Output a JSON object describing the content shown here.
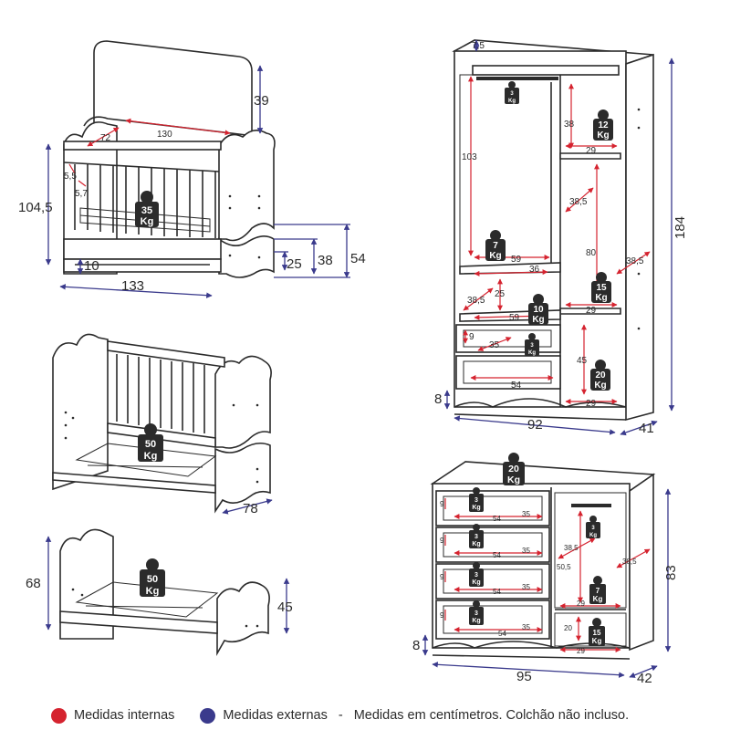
{
  "colors": {
    "internal": "#d5232f",
    "external": "#3a3a8c",
    "line": "#2b2b2b"
  },
  "weight_unit": "Kg",
  "crib": {
    "ext": {
      "height": "104,5",
      "width": "133",
      "canopy": "39",
      "base": "10",
      "drawer_h": "25",
      "h38": "38",
      "h54": "54"
    },
    "int": {
      "length": "130",
      "width": "72",
      "r1": "5,5",
      "r2": "5,7"
    },
    "weight": "35"
  },
  "minibed": {
    "ext": {
      "depth": "78"
    },
    "weight": "50"
  },
  "bed": {
    "ext": {
      "h68": "68",
      "h45": "45"
    },
    "weight": "50"
  },
  "wardrobe": {
    "ext": {
      "top": "7,5",
      "height": "184",
      "width": "92",
      "depth": "41",
      "base": "8"
    },
    "int": {
      "a103": "103",
      "a38": "38",
      "a29": "29",
      "a385": "38,5",
      "a80": "80",
      "a59": "59",
      "a36": "36",
      "a25": "25",
      "a9": "9",
      "a35": "35",
      "a54": "54",
      "a45": "45",
      "a385b": "38,5",
      "a59b": "59",
      "a29b": "29",
      "a29c": "29"
    },
    "weights": {
      "hanger": "3",
      "top_shelf": "12",
      "shelf": "7",
      "mid": "15",
      "lower": "10",
      "drawer": "3",
      "bottom": "20"
    }
  },
  "dresser": {
    "ext": {
      "height": "83",
      "width": "95",
      "depth": "42",
      "base": "8"
    },
    "int": {
      "d9": "9",
      "d54": "54",
      "d35": "35",
      "d385": "38,5",
      "d505": "50,5",
      "d385b": "38,5",
      "d29": "29",
      "d20": "20",
      "d29b": "29"
    },
    "weights": {
      "top": "20",
      "drawer": "3",
      "hanger": "3",
      "shelf": "7",
      "bottom": "15"
    }
  },
  "legend": {
    "internal": "Medidas internas",
    "external": "Medidas externas",
    "separator": "-",
    "note": "Medidas em centímetros. Colchão não incluso."
  }
}
